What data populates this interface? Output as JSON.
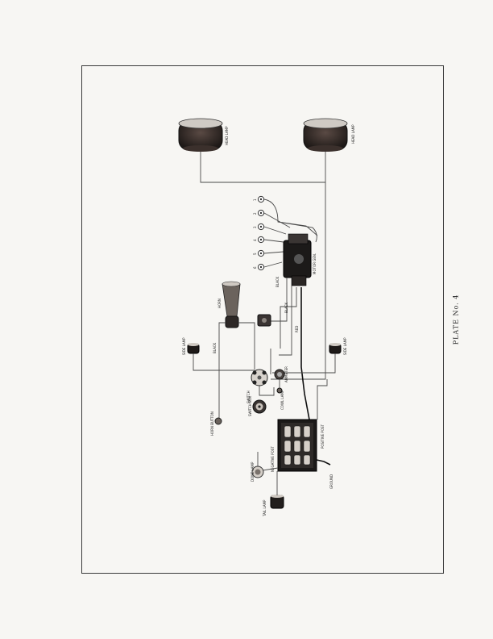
{
  "plate_label": "PLATE No. 4",
  "labels": {
    "head_lamp_left": "HEAD LAMP",
    "head_lamp_right": "HEAD LAMP",
    "horn": "HORN",
    "horn_button": "HORN BUTTON",
    "side_lamp_left": "SIDE LAMP",
    "side_lamp_right": "SIDE LAMP",
    "black_1": "BLACK",
    "black_2": "BLACK",
    "black_3": "BLACK",
    "red": "RED",
    "switch": "SWITCH",
    "switch_box": "SWITCH BOX",
    "cowl_lamp": "COWL LAMP",
    "ammeter": "AMMETER",
    "motor_generator": "MOTOR GEN.",
    "positive_post": "POSITIVE POST",
    "negative_post": "NEGATIVE POST",
    "ground": "GROUND",
    "dome_lamp": "DOME LAMP",
    "tail_lamp": "TAIL LAMP",
    "terminal_1": "1",
    "terminal_2": "2",
    "terminal_3": "3",
    "terminal_4": "4",
    "terminal_5": "5",
    "terminal_6": "6"
  },
  "colors": {
    "paper": "#f7f6f3",
    "ink": "#222222",
    "lamp_body": "#2b2523"
  }
}
